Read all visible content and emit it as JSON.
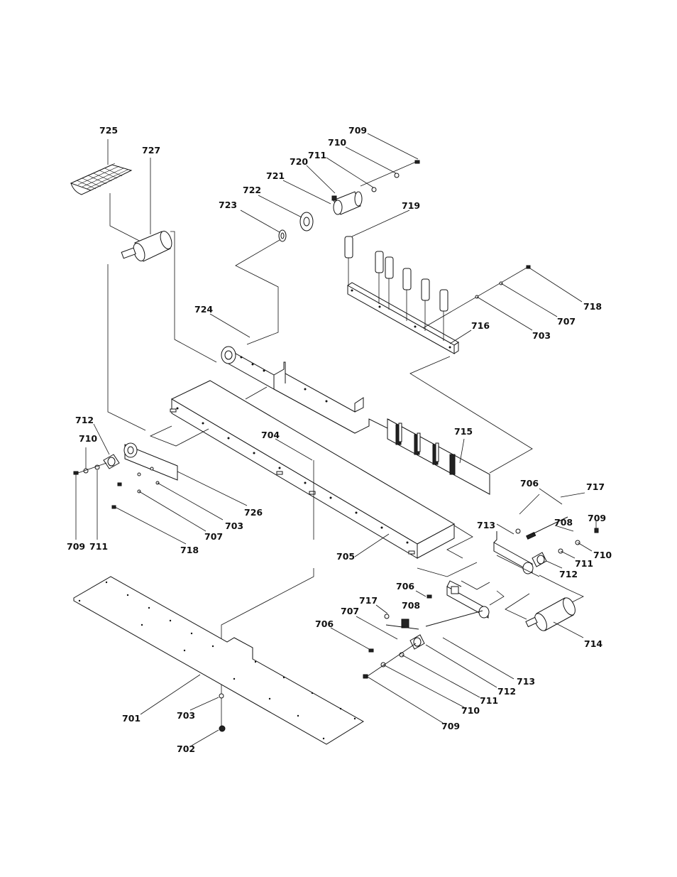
{
  "diagram": {
    "callouts": [
      {
        "label": "725",
        "part": "belt"
      },
      {
        "label": "727",
        "part": "drive-roller"
      },
      {
        "label": "709",
        "part": "bolt"
      },
      {
        "label": "710",
        "part": "washer"
      },
      {
        "label": "711",
        "part": "lock-washer"
      },
      {
        "label": "720",
        "part": "set-screw"
      },
      {
        "label": "721",
        "part": "motor"
      },
      {
        "label": "722",
        "part": "flange"
      },
      {
        "label": "723",
        "part": "bearing"
      },
      {
        "label": "719",
        "part": "idler-roller"
      },
      {
        "label": "718",
        "part": "screw"
      },
      {
        "label": "707",
        "part": "washer"
      },
      {
        "label": "703",
        "part": "nut"
      },
      {
        "label": "716",
        "part": "roller-bracket"
      },
      {
        "label": "724",
        "part": "side-plate"
      },
      {
        "label": "715",
        "part": "guide-plate"
      },
      {
        "label": "712",
        "part": "flange-bearing"
      },
      {
        "label": "710",
        "part": "washer"
      },
      {
        "label": "704",
        "part": "bolt"
      },
      {
        "label": "726",
        "part": "end-plate"
      },
      {
        "label": "703",
        "part": "nut"
      },
      {
        "label": "707",
        "part": "washer"
      },
      {
        "label": "709",
        "part": "bolt"
      },
      {
        "label": "711",
        "part": "lock-washer"
      },
      {
        "label": "718",
        "part": "screw"
      },
      {
        "label": "705",
        "part": "frame-channel"
      },
      {
        "label": "706",
        "part": "screw"
      },
      {
        "label": "717",
        "part": "nut"
      },
      {
        "label": "713",
        "part": "tension-bracket"
      },
      {
        "label": "708",
        "part": "adjusting-screw"
      },
      {
        "label": "709",
        "part": "bolt"
      },
      {
        "label": "710",
        "part": "washer"
      },
      {
        "label": "711",
        "part": "lock-washer"
      },
      {
        "label": "712",
        "part": "flange-bearing"
      },
      {
        "label": "714",
        "part": "tail-roller"
      },
      {
        "label": "706",
        "part": "screw"
      },
      {
        "label": "717",
        "part": "nut"
      },
      {
        "label": "708",
        "part": "adjusting-screw"
      },
      {
        "label": "707",
        "part": "washer"
      },
      {
        "label": "706",
        "part": "screw"
      },
      {
        "label": "713",
        "part": "tension-bracket"
      },
      {
        "label": "712",
        "part": "flange-bearing"
      },
      {
        "label": "711",
        "part": "lock-washer"
      },
      {
        "label": "710",
        "part": "washer"
      },
      {
        "label": "709",
        "part": "bolt"
      },
      {
        "label": "701",
        "part": "bottom-pan"
      },
      {
        "label": "703",
        "part": "nut"
      },
      {
        "label": "702",
        "part": "cap"
      }
    ]
  }
}
